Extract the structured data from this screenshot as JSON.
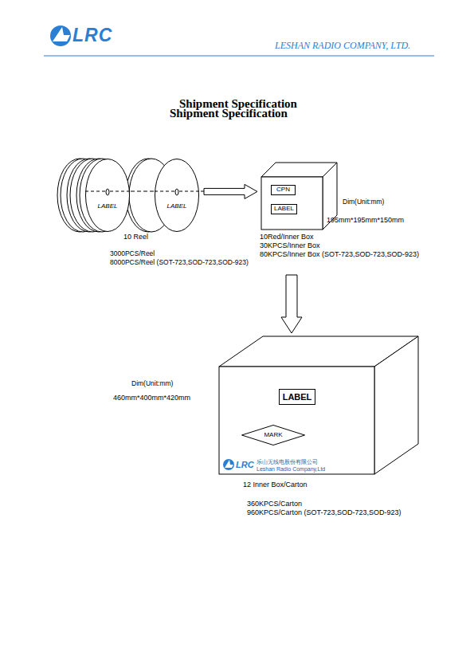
{
  "diagram": {
    "title": "Shipment Specification",
    "nodes": [
      {
        "text": [
          "LABEL"
        ]
      },
      {
        "text": [
          "LABEL"
        ]
      },
      {
        "text": [
          "10Red/Inner Box",
          "30KPCS/Inner Box",
          "80KPCS/Inner Box (SOT-723,SOD-723,SOD-923)"
        ]
      },
      {
        "text": [
          "CPN"
        ],
        "in": 2
      },
      {
        "text": [
          "LABEL"
        ],
        "in": 2
      },
      {
        "text": [
          "12 Inner Box/Carton",
          "360KPCS/Carton",
          "960KPCS/Carton (SOT-723,SOD-723,SOD-923)"
        ]
      },
      {
        "text": [
          "LABEL"
        ],
        "in": 5
      },
      {
        "text": [
          "MARK"
        ],
        "in": 5
      }
    ],
    "edges": [
      {
        "from": 1,
        "to": 2,
        "arrow": "to"
      },
      {
        "from": 2,
        "to": 5,
        "arrow": "to"
      }
    ],
    "labels": [
      "Shipment Specification",
      "LRC",
      "LESHAN RADIO COMPANY, LTD.",
      "Dim(Unit:mm)",
      "195mm*195mm*150mm",
      "10 Reel",
      "3000PCS/Reel",
      "8000PCS/Reel (SOT-723,SOD-723,SOD-923)",
      "Dim(Unit:mm)",
      "460mm*400mm*420mm",
      "LRC",
      "乐山无线电股份有限公司",
      "Leshan Radio Company,Ltd"
    ]
  }
}
